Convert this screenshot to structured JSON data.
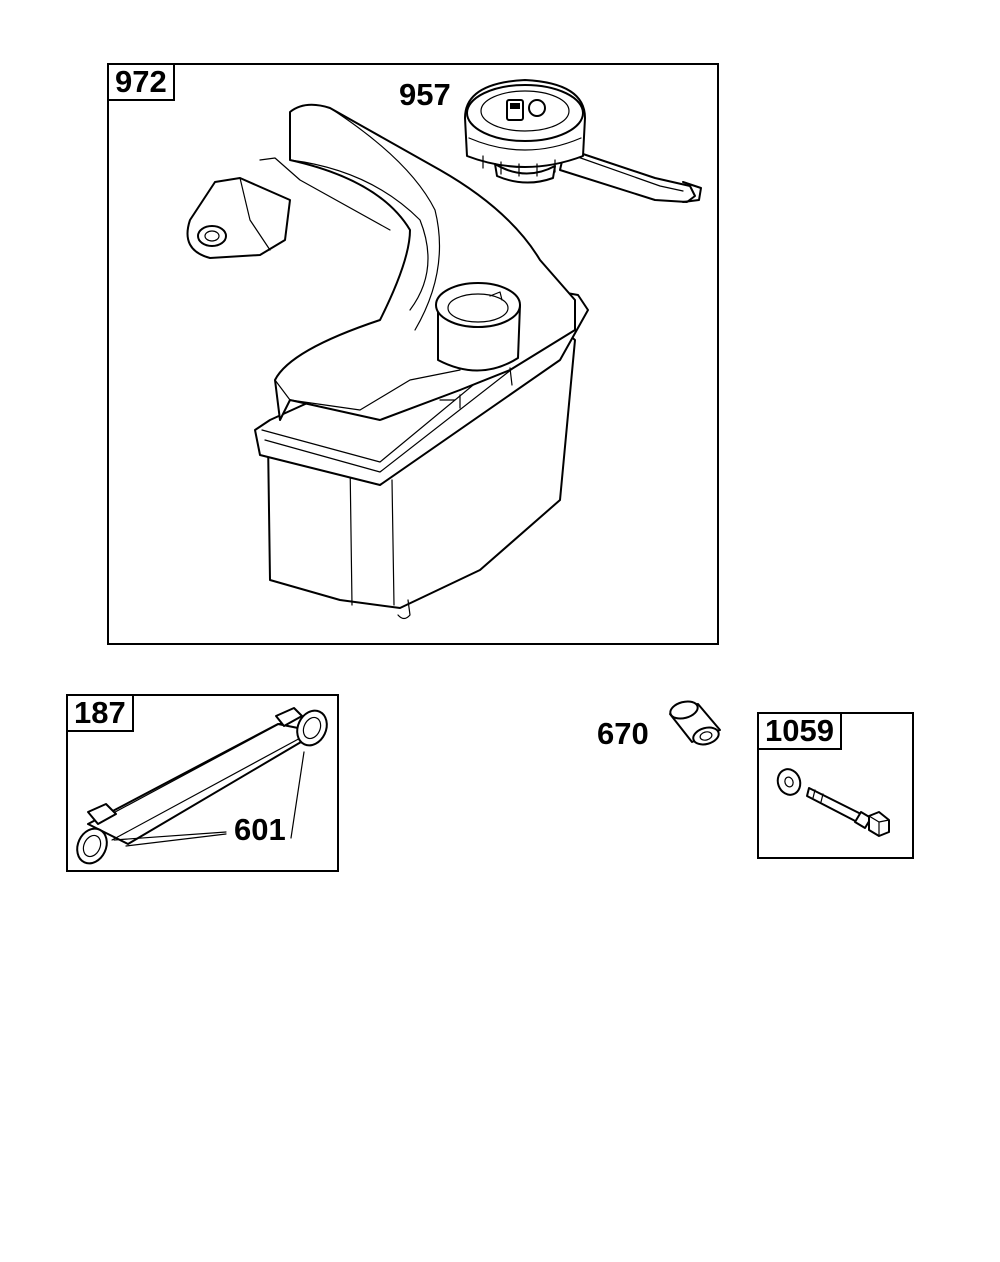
{
  "panels": {
    "tank": {
      "kit_number": "972"
    },
    "fuel_line": {
      "kit_number": "187"
    },
    "bolt": {
      "kit_number": "1059"
    }
  },
  "callouts": {
    "fuel_cap": "957",
    "fuel_line": "601",
    "bushing": "670"
  },
  "icons": {
    "fuel_tank": "fuel-tank-icon",
    "fuel_cap": "fuel-cap-icon",
    "fuel_hose": "fuel-hose-icon",
    "bushing": "bushing-icon",
    "bolt": "bolt-icon",
    "washer": "washer-icon"
  },
  "colors": {
    "line": "#000000",
    "background": "#ffffff"
  }
}
